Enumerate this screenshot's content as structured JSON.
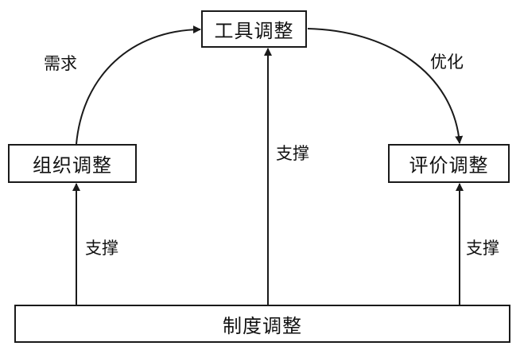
{
  "nodes": {
    "tool": "工具调整",
    "organization": "组织调整",
    "evaluation": "评价调整",
    "system": "制度调整"
  },
  "edges": {
    "demand": "需求",
    "optimize": "优化",
    "support_center": "支撑",
    "support_left": "支撑",
    "support_right": "支撑"
  }
}
